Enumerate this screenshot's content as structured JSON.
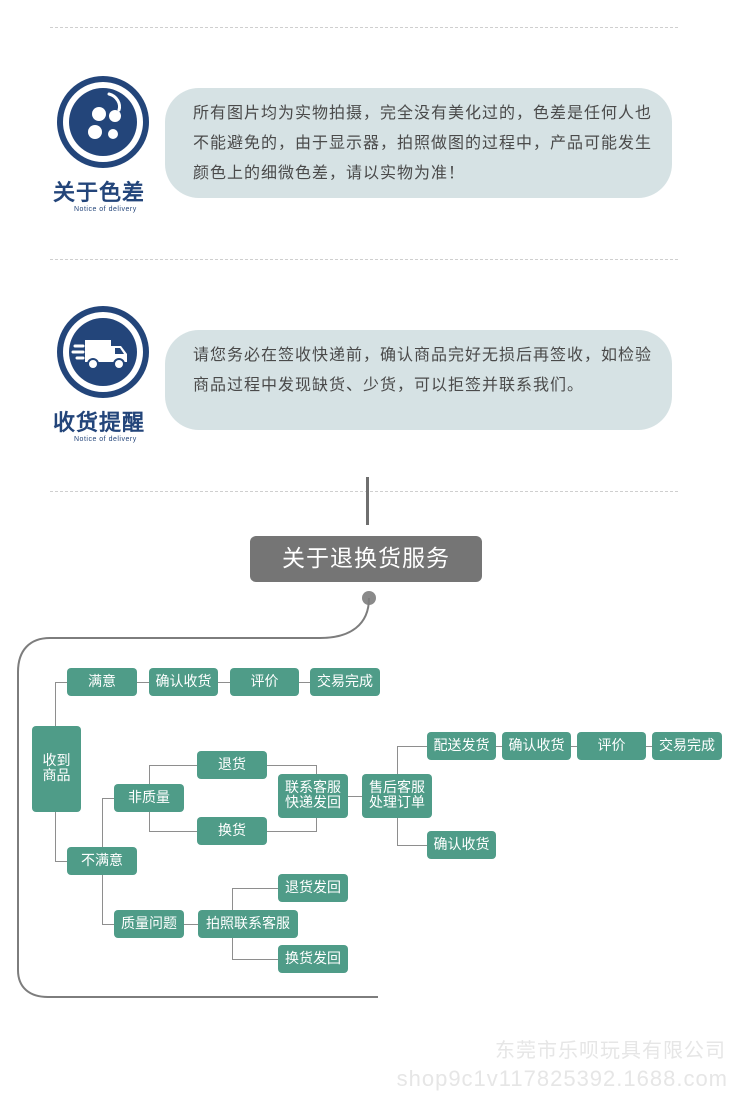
{
  "color_notice": {
    "title": "关于色差",
    "subtitle": "Notice of delivery",
    "text": "所有图片均为实物拍摄，完全没有美化过的，色差是任何人也不能避免的，由于显示器，拍照做图的过程中，产品可能发生颜色上的细微色差，请以实物为准！",
    "icon": "palette-icon"
  },
  "delivery_notice": {
    "title": "收货提醒",
    "subtitle": "Notice of delivery",
    "text": "请您务必在签收快递前，确认商品完好无损后再签收，如检验商品过程中发现缺货、少货，可以拒签并联系我们。",
    "icon": "delivery-truck-icon"
  },
  "returns_flow": {
    "title": "关于退换货服务",
    "nodes": {
      "received": "收到\n商品",
      "satisfied": "满意",
      "confirm_receipt_1": "确认收货",
      "review_1": "评价",
      "deal_done_1": "交易完成",
      "not_satisfied": "不满意",
      "non_quality": "非质量",
      "return": "退货",
      "exchange": "换货",
      "contact_cs_ship": "联系客服\n快递发回",
      "after_sales": "售后客服\n处理订单",
      "ship_out": "配送发货",
      "confirm_receipt_2": "确认收货",
      "review_2": "评价",
      "deal_done_2": "交易完成",
      "confirm_receipt_3": "确认收货",
      "quality_issue": "质量问题",
      "photo_contact_cs": "拍照联系客服",
      "return_ship_back": "退货发回",
      "exchange_ship_back": "换货发回"
    }
  },
  "watermark": {
    "company": "东莞市乐呗玩具有限公司",
    "shop": "shop9c1v117825392.1688.com"
  },
  "colors": {
    "brand_navy": "#23457a",
    "node_green": "#4f9c88",
    "bubble_bg": "#d6e2e4",
    "header_gray": "#757575"
  }
}
